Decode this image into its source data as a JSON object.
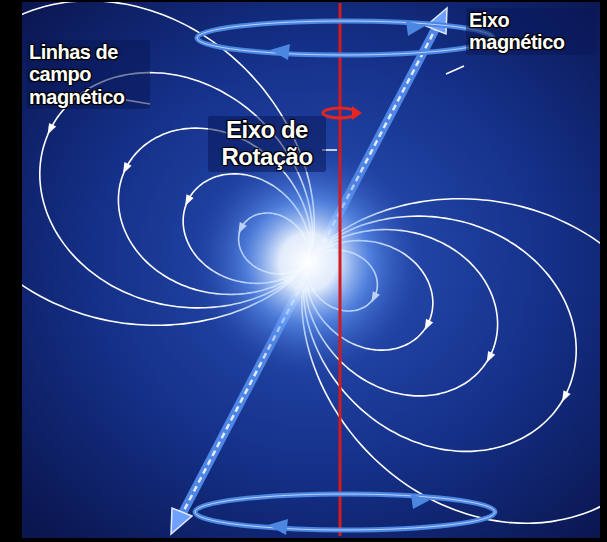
{
  "diagram": {
    "labels": [
      "Linhas de campo magnético",
      "Eixo de Rotação",
      "Eixo magnético"
    ]
  }
}
